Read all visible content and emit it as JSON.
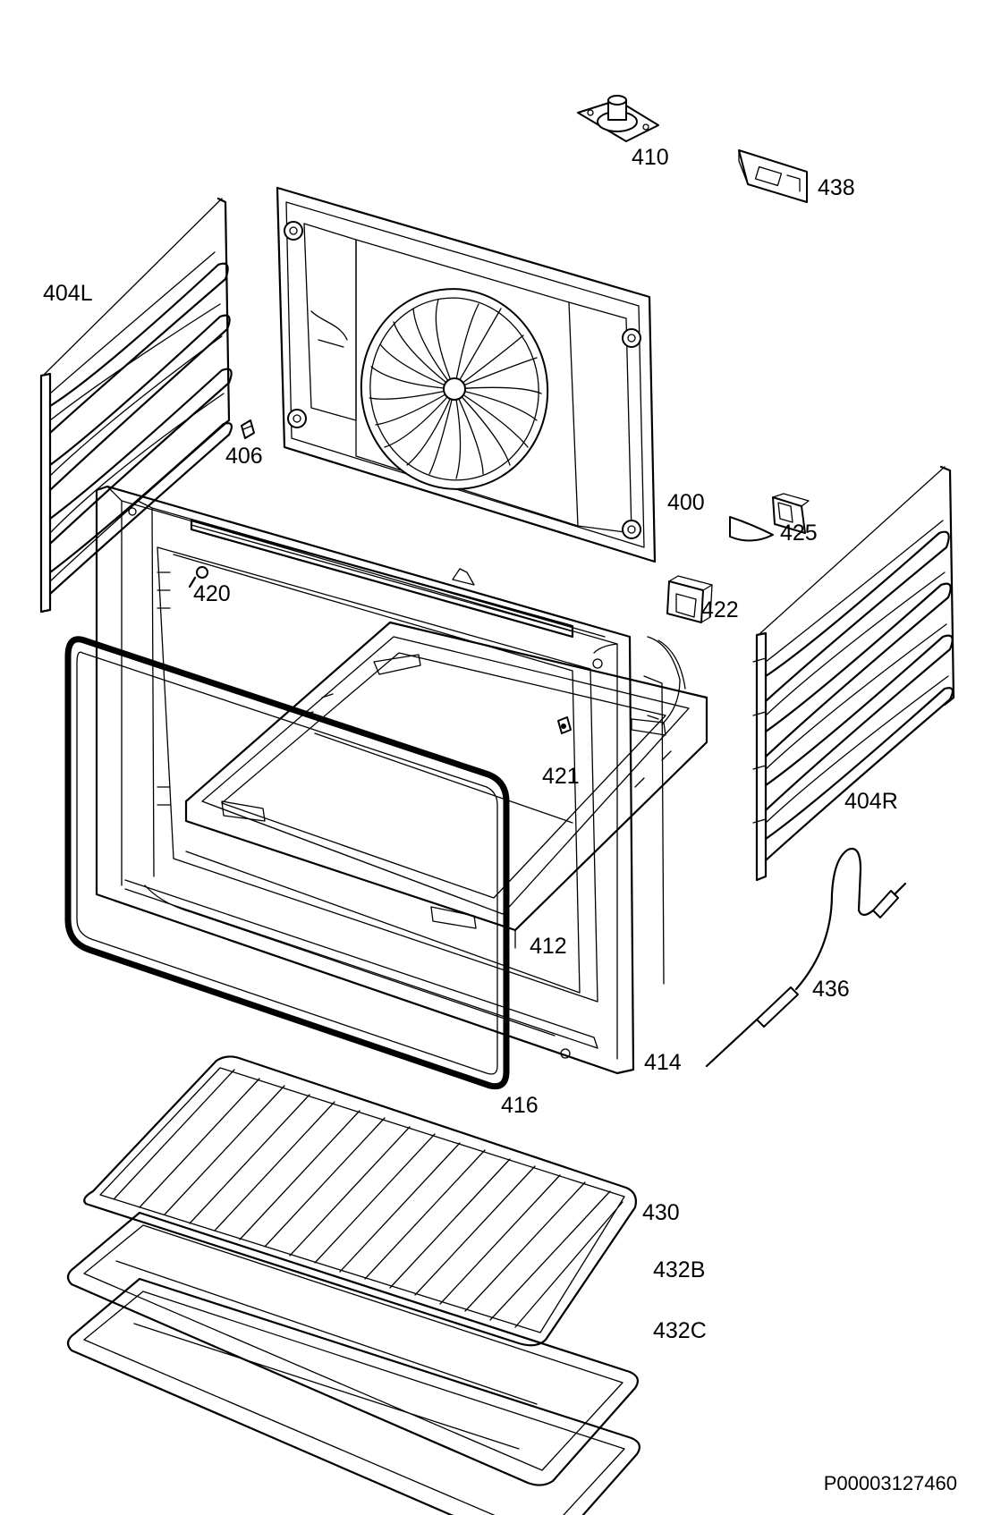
{
  "diagram": {
    "labels": {
      "p410": "410",
      "p438": "438",
      "p404L": "404L",
      "p406": "406",
      "p400": "400",
      "p425": "425",
      "p420": "420",
      "p422": "422",
      "p421": "421",
      "p404R": "404R",
      "p412": "412",
      "p436": "436",
      "p414": "414",
      "p416": "416",
      "p430": "430",
      "p432B": "432B",
      "p432C": "432C"
    },
    "reference": "P00003127460"
  }
}
